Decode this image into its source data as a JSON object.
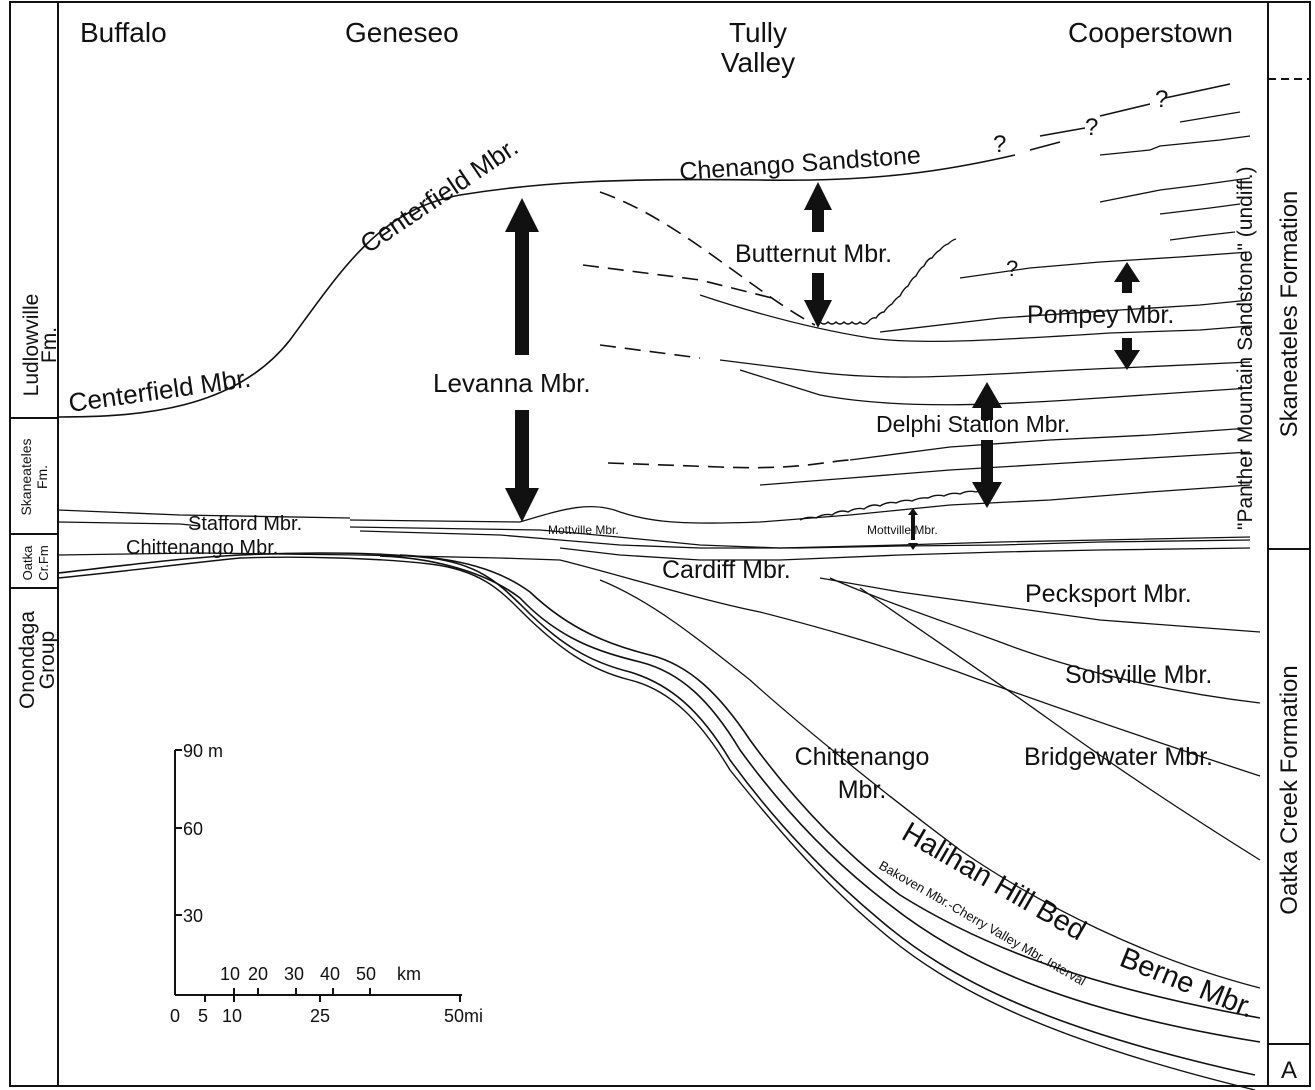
{
  "localities": {
    "buffalo": "Buffalo",
    "geneseo": "Geneseo",
    "tully_1": "Tully",
    "tully_2": "Valley",
    "cooperstown": "Cooperstown"
  },
  "left_column": {
    "ludlowville_1": "Ludlowville",
    "ludlowville_2": "Fm.",
    "skaneateles_1": "Skaneateles",
    "skaneateles_2": "Fm.",
    "oatka_1": "Oatka",
    "oatka_2": "Cr.Fm",
    "onondaga_1": "Onondaga",
    "onondaga_2": "Group"
  },
  "right_column": {
    "skaneateles_formation": "Skaneateles      Formation",
    "oatka_creek_formation": "Oatka     Creek     Formation",
    "box_a": "A"
  },
  "units": {
    "centerfield_left": "Centerfield  Mbr.",
    "centerfield_upper": "Centerfield  Mbr.",
    "chenango": "Chenango Sandstone",
    "butternut": "Butternut Mbr.",
    "levanna": "Levanna  Mbr.",
    "pompey": "Pompey Mbr.",
    "delphi": "Delphi Station Mbr.",
    "panther": "\"Panther Mountain Sandstone\" (undiff.)",
    "stafford": "Stafford Mbr.",
    "mottville_1": "Mottville Mbr.",
    "mottville_2": "Mottville Mbr.",
    "chittenango_top": "Chittenango Mbr.",
    "cardiff": "Cardiff Mbr.",
    "pecksport": "Pecksport Mbr.",
    "solsville": "Solsville Mbr.",
    "bridgewater": "Bridgewater Mbr.",
    "chittenango_1": "Chittenango",
    "chittenango_2": "Mbr.",
    "halihan": "Halihan Hill Bed",
    "berne": "Berne  Mbr.",
    "bakoven": "Bakoven Mbr.-Cherry Valley Mbr. Interval",
    "q1": "?",
    "q2": "?",
    "q3": "?",
    "q4": "?"
  },
  "scale": {
    "m90": "90 m",
    "m60": "60",
    "m30": "30",
    "km_10": "10",
    "km_20": "20",
    "km_30": "30",
    "km_40": "40",
    "km_50": "50",
    "km_unit": "km",
    "mi_0": "0",
    "mi_5": "5",
    "mi_10": "10",
    "mi_25": "25",
    "mi_50": "50",
    "mi_unit": "mi"
  }
}
